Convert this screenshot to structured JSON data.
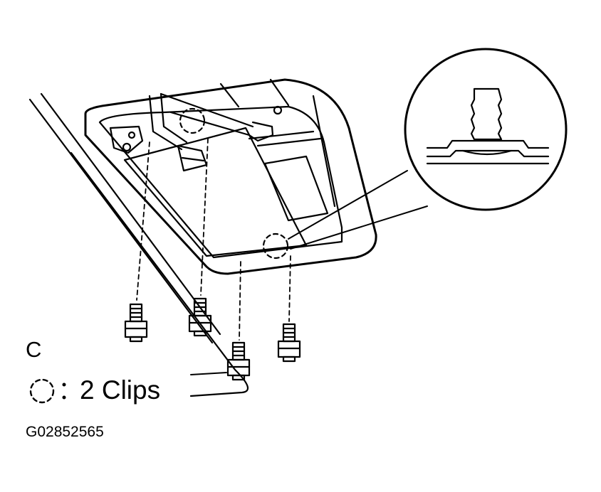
{
  "view_label": "C",
  "legend": {
    "clip_symbol": "dashed-circle-icon",
    "text": "2 Clips"
  },
  "figure_id": "G02852565",
  "colors": {
    "ink": "#000000",
    "background": "#ffffff"
  }
}
